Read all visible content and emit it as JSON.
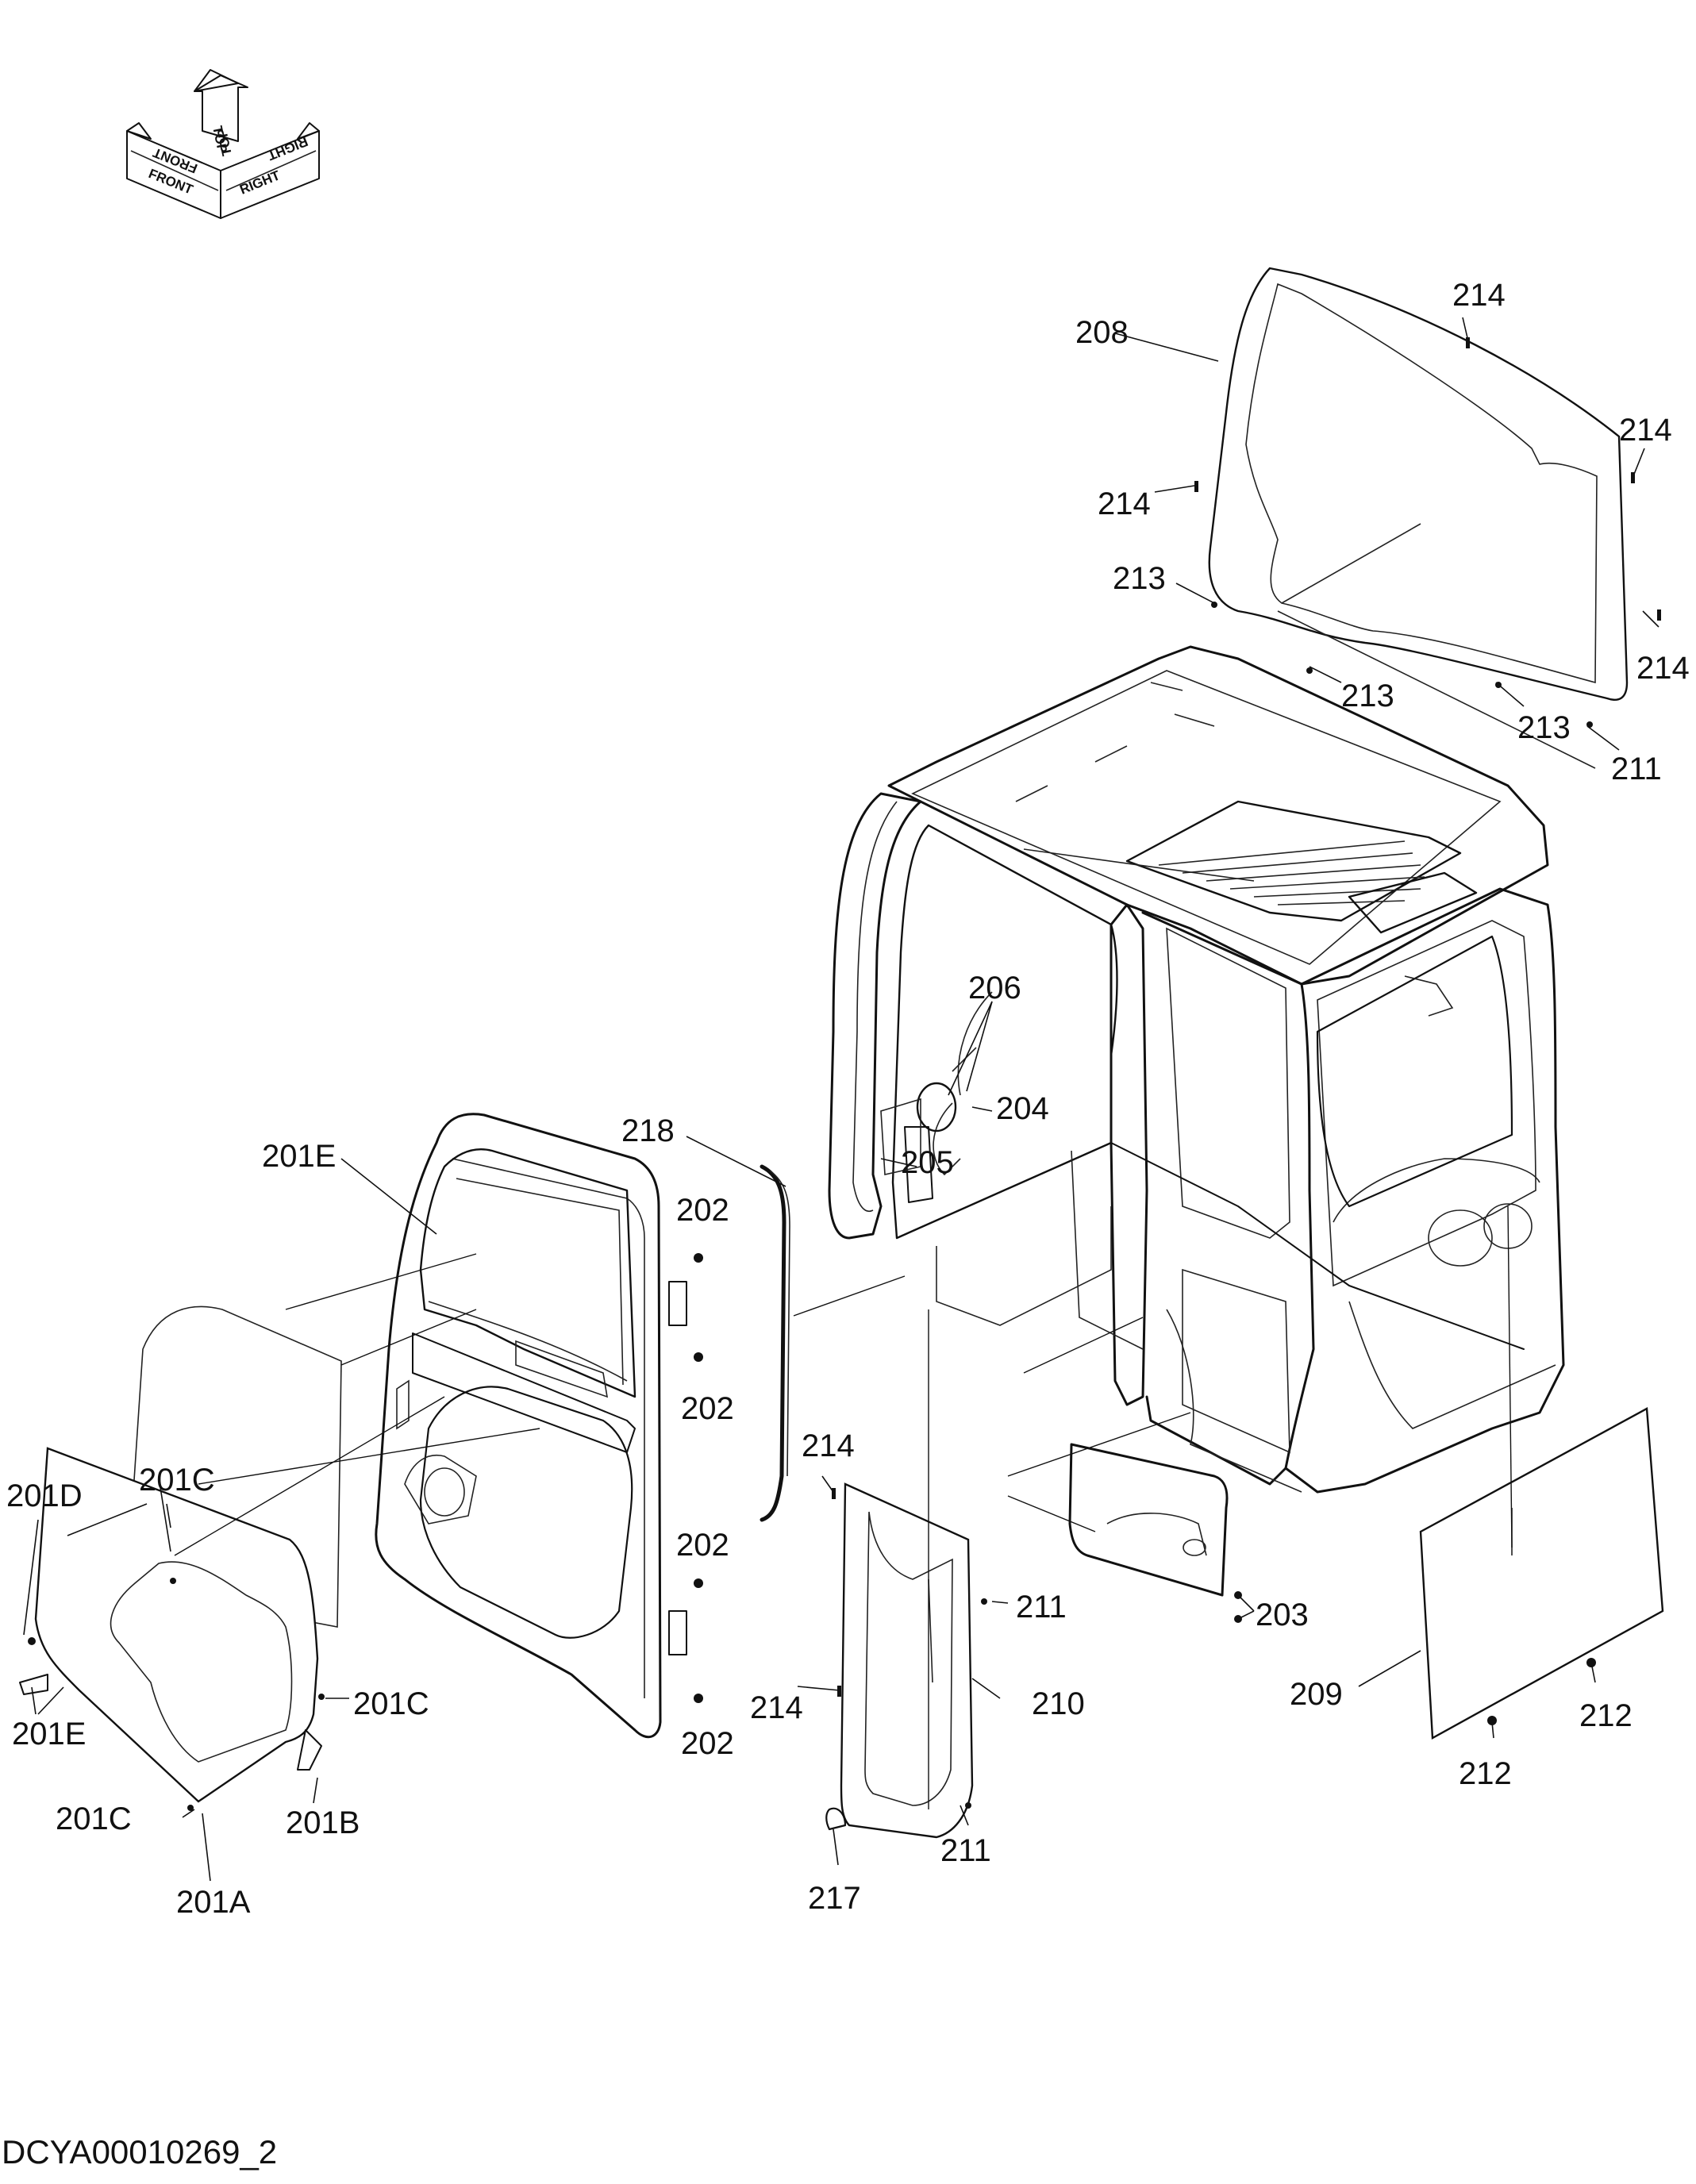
{
  "orientation": {
    "front": "FRONT",
    "top": "TOP",
    "right": "RIGHT"
  },
  "callouts": [
    "214",
    "208",
    "214",
    "214",
    "213",
    "214",
    "213",
    "213",
    "211",
    "206",
    "204",
    "205",
    "218",
    "201E",
    "202",
    "202",
    "202",
    "202",
    "201D",
    "201C",
    "201C",
    "201E",
    "201C",
    "201B",
    "201A",
    "214",
    "211",
    "210",
    "214",
    "211",
    "217",
    "203",
    "209",
    "212",
    "212"
  ],
  "drawing_code": "DCYA00010269_2"
}
